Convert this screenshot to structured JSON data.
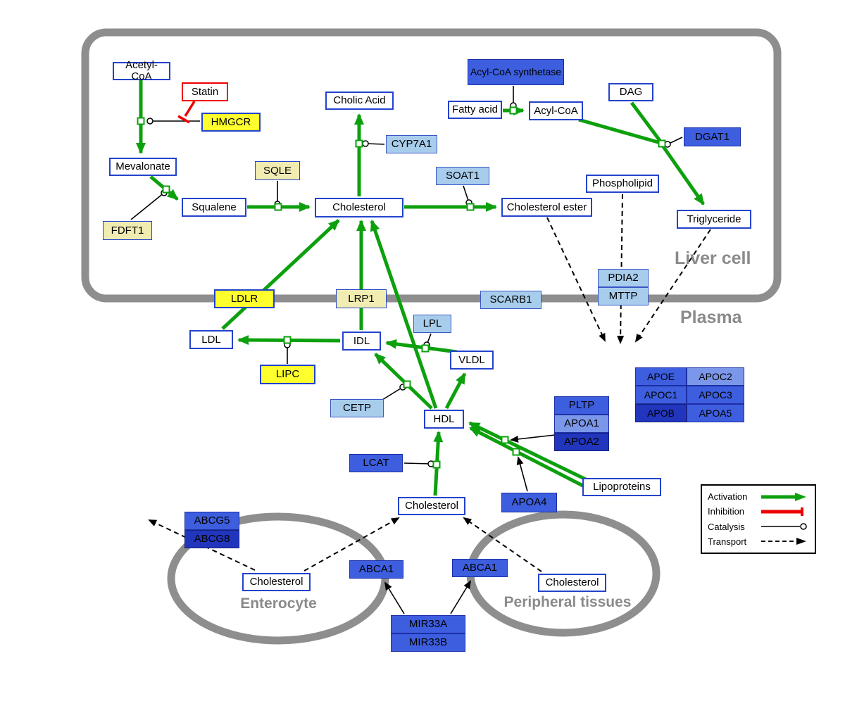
{
  "compartments": {
    "liver": "Liver cell",
    "plasma": "Plasma",
    "enterocyte": "Enterocyte",
    "peripheral": "Peripheral tissues"
  },
  "legend": {
    "activation": "Activation",
    "inhibition": "Inhibition",
    "catalysis": "Catalysis",
    "transport": "Transport"
  },
  "colors": {
    "activation_green": "#0da00d",
    "inhibition_red": "#ee0000",
    "membrane_gray": "#8e8e8e",
    "gene_yellow": "#ffff2e",
    "gene_cream": "#f1edb2",
    "gene_light_blue": "#a8cdec",
    "gene_blue": "#3d5ede",
    "gene_mid_light_blue": "#7b97e9",
    "gene_dark_blue": "#2136bd",
    "metabolite_border": "#2343cc"
  },
  "nodes": {
    "acetyl_coa": "Acetyl-CoA",
    "statin": "Statin",
    "hmgcr": "HMGCR",
    "mevalonate": "Mevalonate",
    "sqle": "SQLE",
    "fdft1": "FDFT1",
    "squalene": "Squalene",
    "cholesterol_liver": "Cholesterol",
    "cholic_acid": "Cholic Acid",
    "cyp7a1": "CYP7A1",
    "soat1": "SOAT1",
    "cholesterol_ester": "Cholesterol ester",
    "acyl_coa_synthetase": "Acyl-CoA synthetase",
    "fatty_acid": "Fatty acid",
    "acyl_coa": "Acyl-CoA",
    "dag": "DAG",
    "dgat1": "DGAT1",
    "phospholipid": "Phospholipid",
    "triglyceride": "Triglyceride",
    "pdia2": "PDIA2",
    "mttp": "MTTP",
    "ldlr": "LDLR",
    "lrp1": "LRP1",
    "scarb1": "SCARB1",
    "ldl": "LDL",
    "idl": "IDL",
    "lpl": "LPL",
    "vldl": "VLDL",
    "lipc": "LIPC",
    "cetp": "CETP",
    "hdl": "HDL",
    "pltp": "PLTP",
    "apoa1": "APOA1",
    "apoa2": "APOA2",
    "apoe": "APOE",
    "apoc2": "APOC2",
    "apoc1": "APOC1",
    "apoc3": "APOC3",
    "apob": "APOB",
    "apoa5": "APOA5",
    "lcat": "LCAT",
    "apoa4": "APOA4",
    "lipoproteins": "Lipoproteins",
    "cholesterol_plasma": "Cholesterol",
    "abcg5": "ABCG5",
    "abcg8": "ABCG8",
    "cholesterol_enterocyte": "Cholesterol",
    "abca1_enterocyte": "ABCA1",
    "abca1_peripheral": "ABCA1",
    "cholesterol_peripheral": "Cholesterol",
    "mir33a": "MIR33A",
    "mir33b": "MIR33B"
  }
}
